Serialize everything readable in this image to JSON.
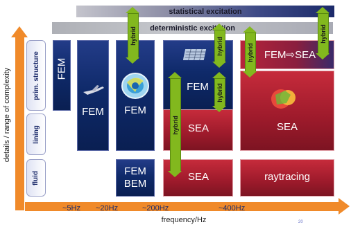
{
  "top_bars": {
    "statistical": "statistical excitation",
    "deterministic": "deterministic excitation"
  },
  "axes": {
    "y_label": "details / range of complexity",
    "x_label": "frequency/Hz",
    "x_ticks": [
      "~5Hz",
      "~20Hz",
      "~200Hz",
      "~400Hz"
    ]
  },
  "rows": {
    "prim_structure": "prim. structure",
    "lining": "lining",
    "fluid": "fluid"
  },
  "boxes": {
    "fem_5hz": "FEM",
    "fem_20hz": "FEM",
    "fem_200hz": "FEM",
    "fem_bem_line1": "FEM",
    "fem_bem_line2": "BEM",
    "fem_mid": "FEM",
    "sea_lining_mid": "SEA",
    "sea_fluid_mid": "SEA",
    "fem_sea": "FEM⇨SEA",
    "sea_right": "SEA",
    "raytracing": "raytracing"
  },
  "hybrid_label": "hybrid",
  "page_number": "20",
  "colors": {
    "axis": "#f08a2a",
    "fem_blue": "#0f2a6a",
    "sea_red": "#9d1a2b",
    "hybrid_green": "#82b81e"
  }
}
